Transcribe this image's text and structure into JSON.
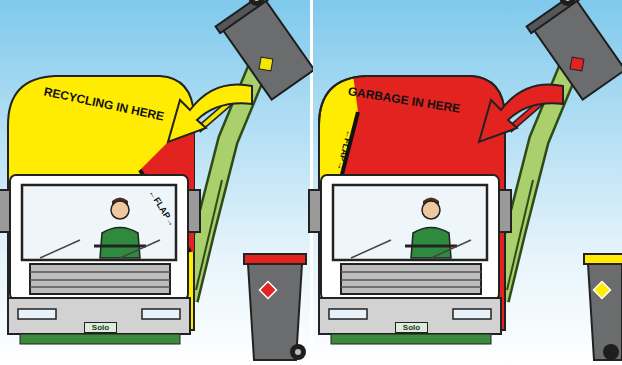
{
  "diagram": {
    "nodes": [
      {
        "text": [
          "Solo"
        ]
      },
      {
        "text": [
          "Solo"
        ]
      }
    ],
    "labels": [
      "RECYCLING IN HERE",
      "←FLAP→",
      "GARBAGE IN HERE",
      "←FLAP→"
    ]
  }
}
